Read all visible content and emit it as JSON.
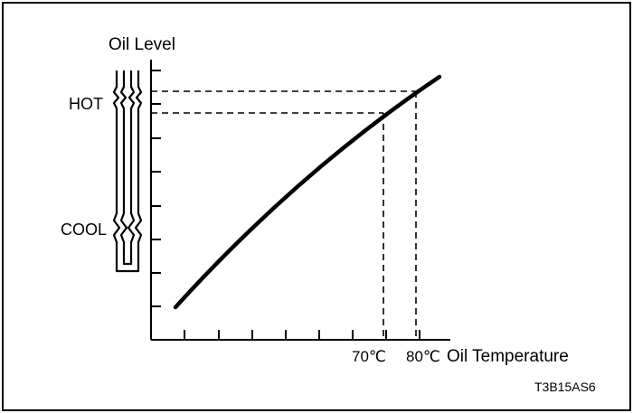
{
  "figure": {
    "y_axis_label": "Oil Level",
    "x_axis_label": "Oil Temperature",
    "level_marks": {
      "hot": "HOT",
      "cool": "COOL"
    },
    "temperature_marks": [
      "70℃",
      "80℃"
    ],
    "figure_code": "T3B15AS6"
  },
  "colors": {
    "line": "#000000",
    "background": "#ffffff"
  }
}
